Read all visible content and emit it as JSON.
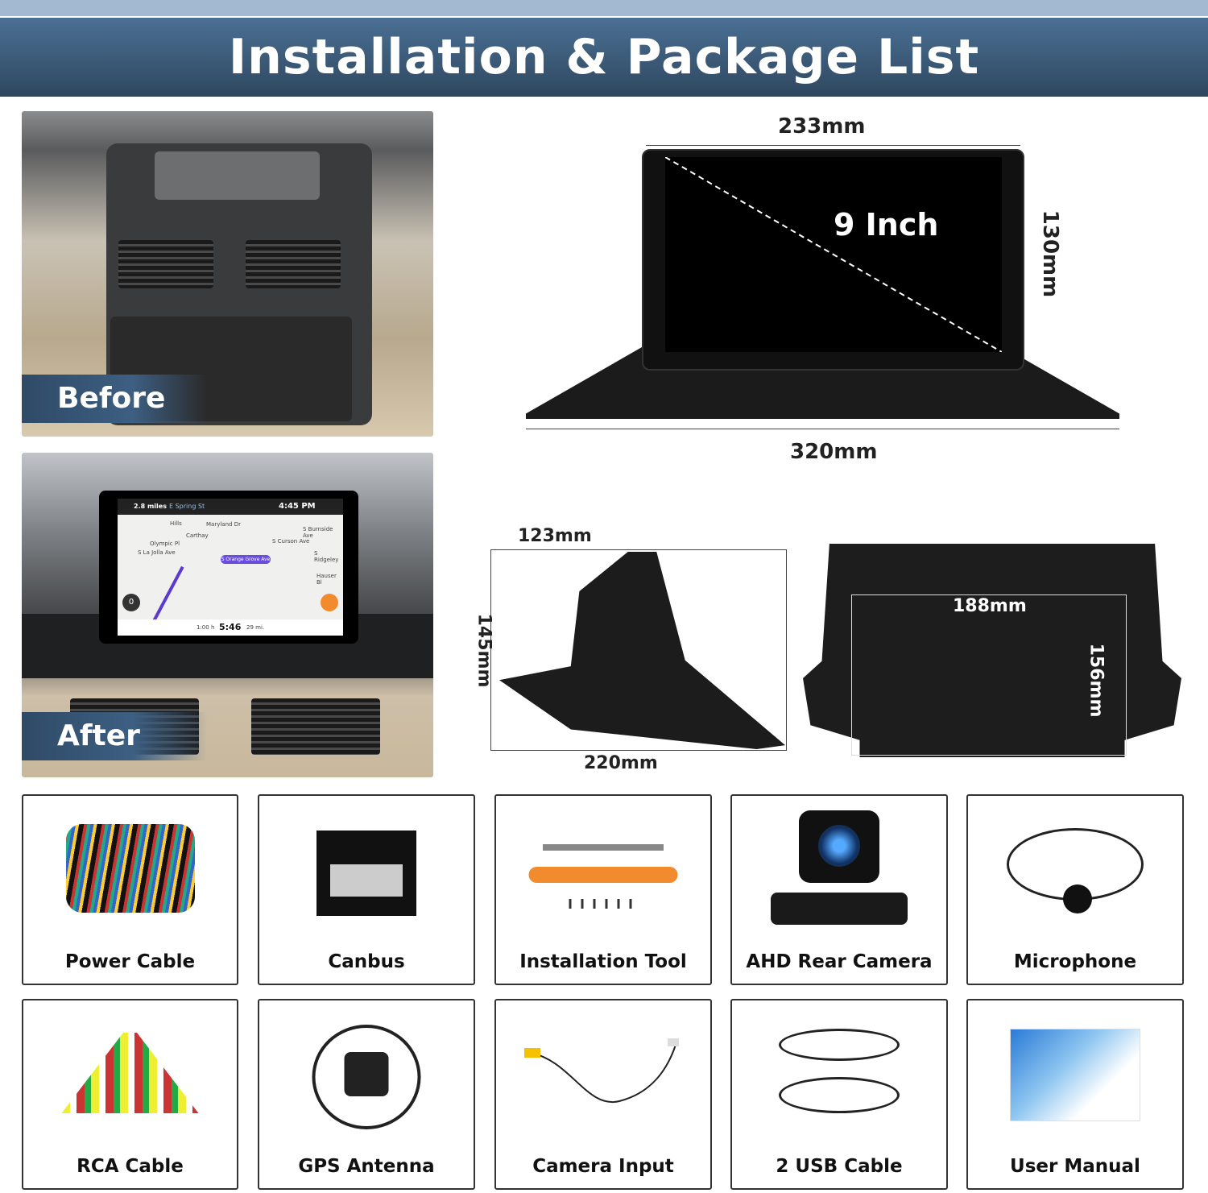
{
  "title": "Installation & Package List",
  "photos": {
    "before_label": "Before",
    "after_label": "After",
    "map": {
      "distance": "2.8 miles",
      "street": "E Spring St",
      "time": "4:45 PM",
      "route_label": "S Orange Grove Ave",
      "streets": [
        "Maryland Dr",
        "Olympic Pl",
        "S La Jolla Ave",
        "S Curson Ave",
        "S Burnside Ave",
        "S Ridgeley",
        "Hauser Bl",
        "Hills",
        "Carthay"
      ],
      "eta_duration": "1:00 h",
      "eta_time": "5:46",
      "eta_distance": "29 mi.",
      "speed": "0"
    }
  },
  "dimensions": {
    "screen_size": "9 Inch",
    "screen_width": "233mm",
    "screen_height": "130mm",
    "frame_width": "320mm",
    "side_top": "123mm",
    "side_height": "145mm",
    "side_depth": "220mm",
    "back_width": "188mm",
    "back_height": "156mm"
  },
  "package": [
    {
      "label": "Power Cable",
      "icon": "power-cable"
    },
    {
      "label": "Canbus",
      "icon": "canbus-box"
    },
    {
      "label": "Installation Tool",
      "icon": "tools"
    },
    {
      "label": "AHD Rear Camera",
      "icon": "camera"
    },
    {
      "label": "Microphone",
      "icon": "microphone"
    },
    {
      "label": "RCA Cable",
      "icon": "rca-cable"
    },
    {
      "label": "GPS Antenna",
      "icon": "gps-antenna"
    },
    {
      "label": "Camera Input",
      "icon": "camera-input-cable"
    },
    {
      "label": "2 USB Cable",
      "icon": "usb-cable"
    },
    {
      "label": "User Manual",
      "icon": "manual"
    }
  ],
  "colors": {
    "header": "#3d5f82",
    "accent_orange": "#f28a2e"
  }
}
